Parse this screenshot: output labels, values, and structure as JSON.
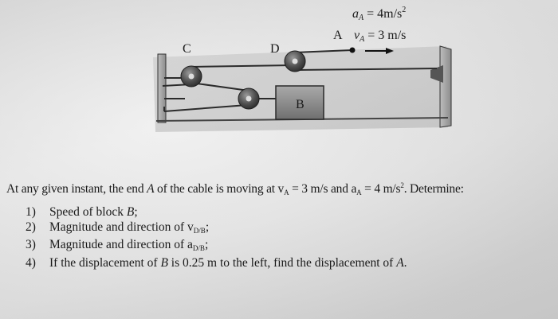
{
  "figure": {
    "labels": {
      "accel_var": "a",
      "accel_sub": "A",
      "accel_eq": " = 4m/s",
      "accel_exp": "2",
      "point_A": "A",
      "vel_var": "v",
      "vel_sub": "A",
      "vel_eq": " = 3 m/s",
      "pulley_C": "C",
      "pulley_D": "D",
      "block_B": "B"
    }
  },
  "problem": {
    "intro_1": "At any given instant, the end ",
    "intro_var": "A",
    "intro_2": " of the cable is moving at v",
    "intro_v_sub": "A",
    "intro_3": " = 3 m/s and a",
    "intro_a_sub": "A",
    "intro_4": " = 4 m/s",
    "intro_exp": "2",
    "intro_5": ". Determine:",
    "questions": [
      {
        "num": "1)",
        "t1": "Speed of block ",
        "var": "B",
        "t2": ";"
      },
      {
        "num": "2)",
        "t1": "Magnitude and direction of v",
        "sub": "D/B",
        "t2": ";"
      },
      {
        "num": "3)",
        "t1": "Magnitude and direction of a",
        "sub": "D/B",
        "t2": ";"
      },
      {
        "num": "4)",
        "t1": "If the displacement of ",
        "var": "B",
        "t2": " is 0.25 m to the left, find the displacement of ",
        "var2": "A",
        "t3": "."
      }
    ]
  }
}
